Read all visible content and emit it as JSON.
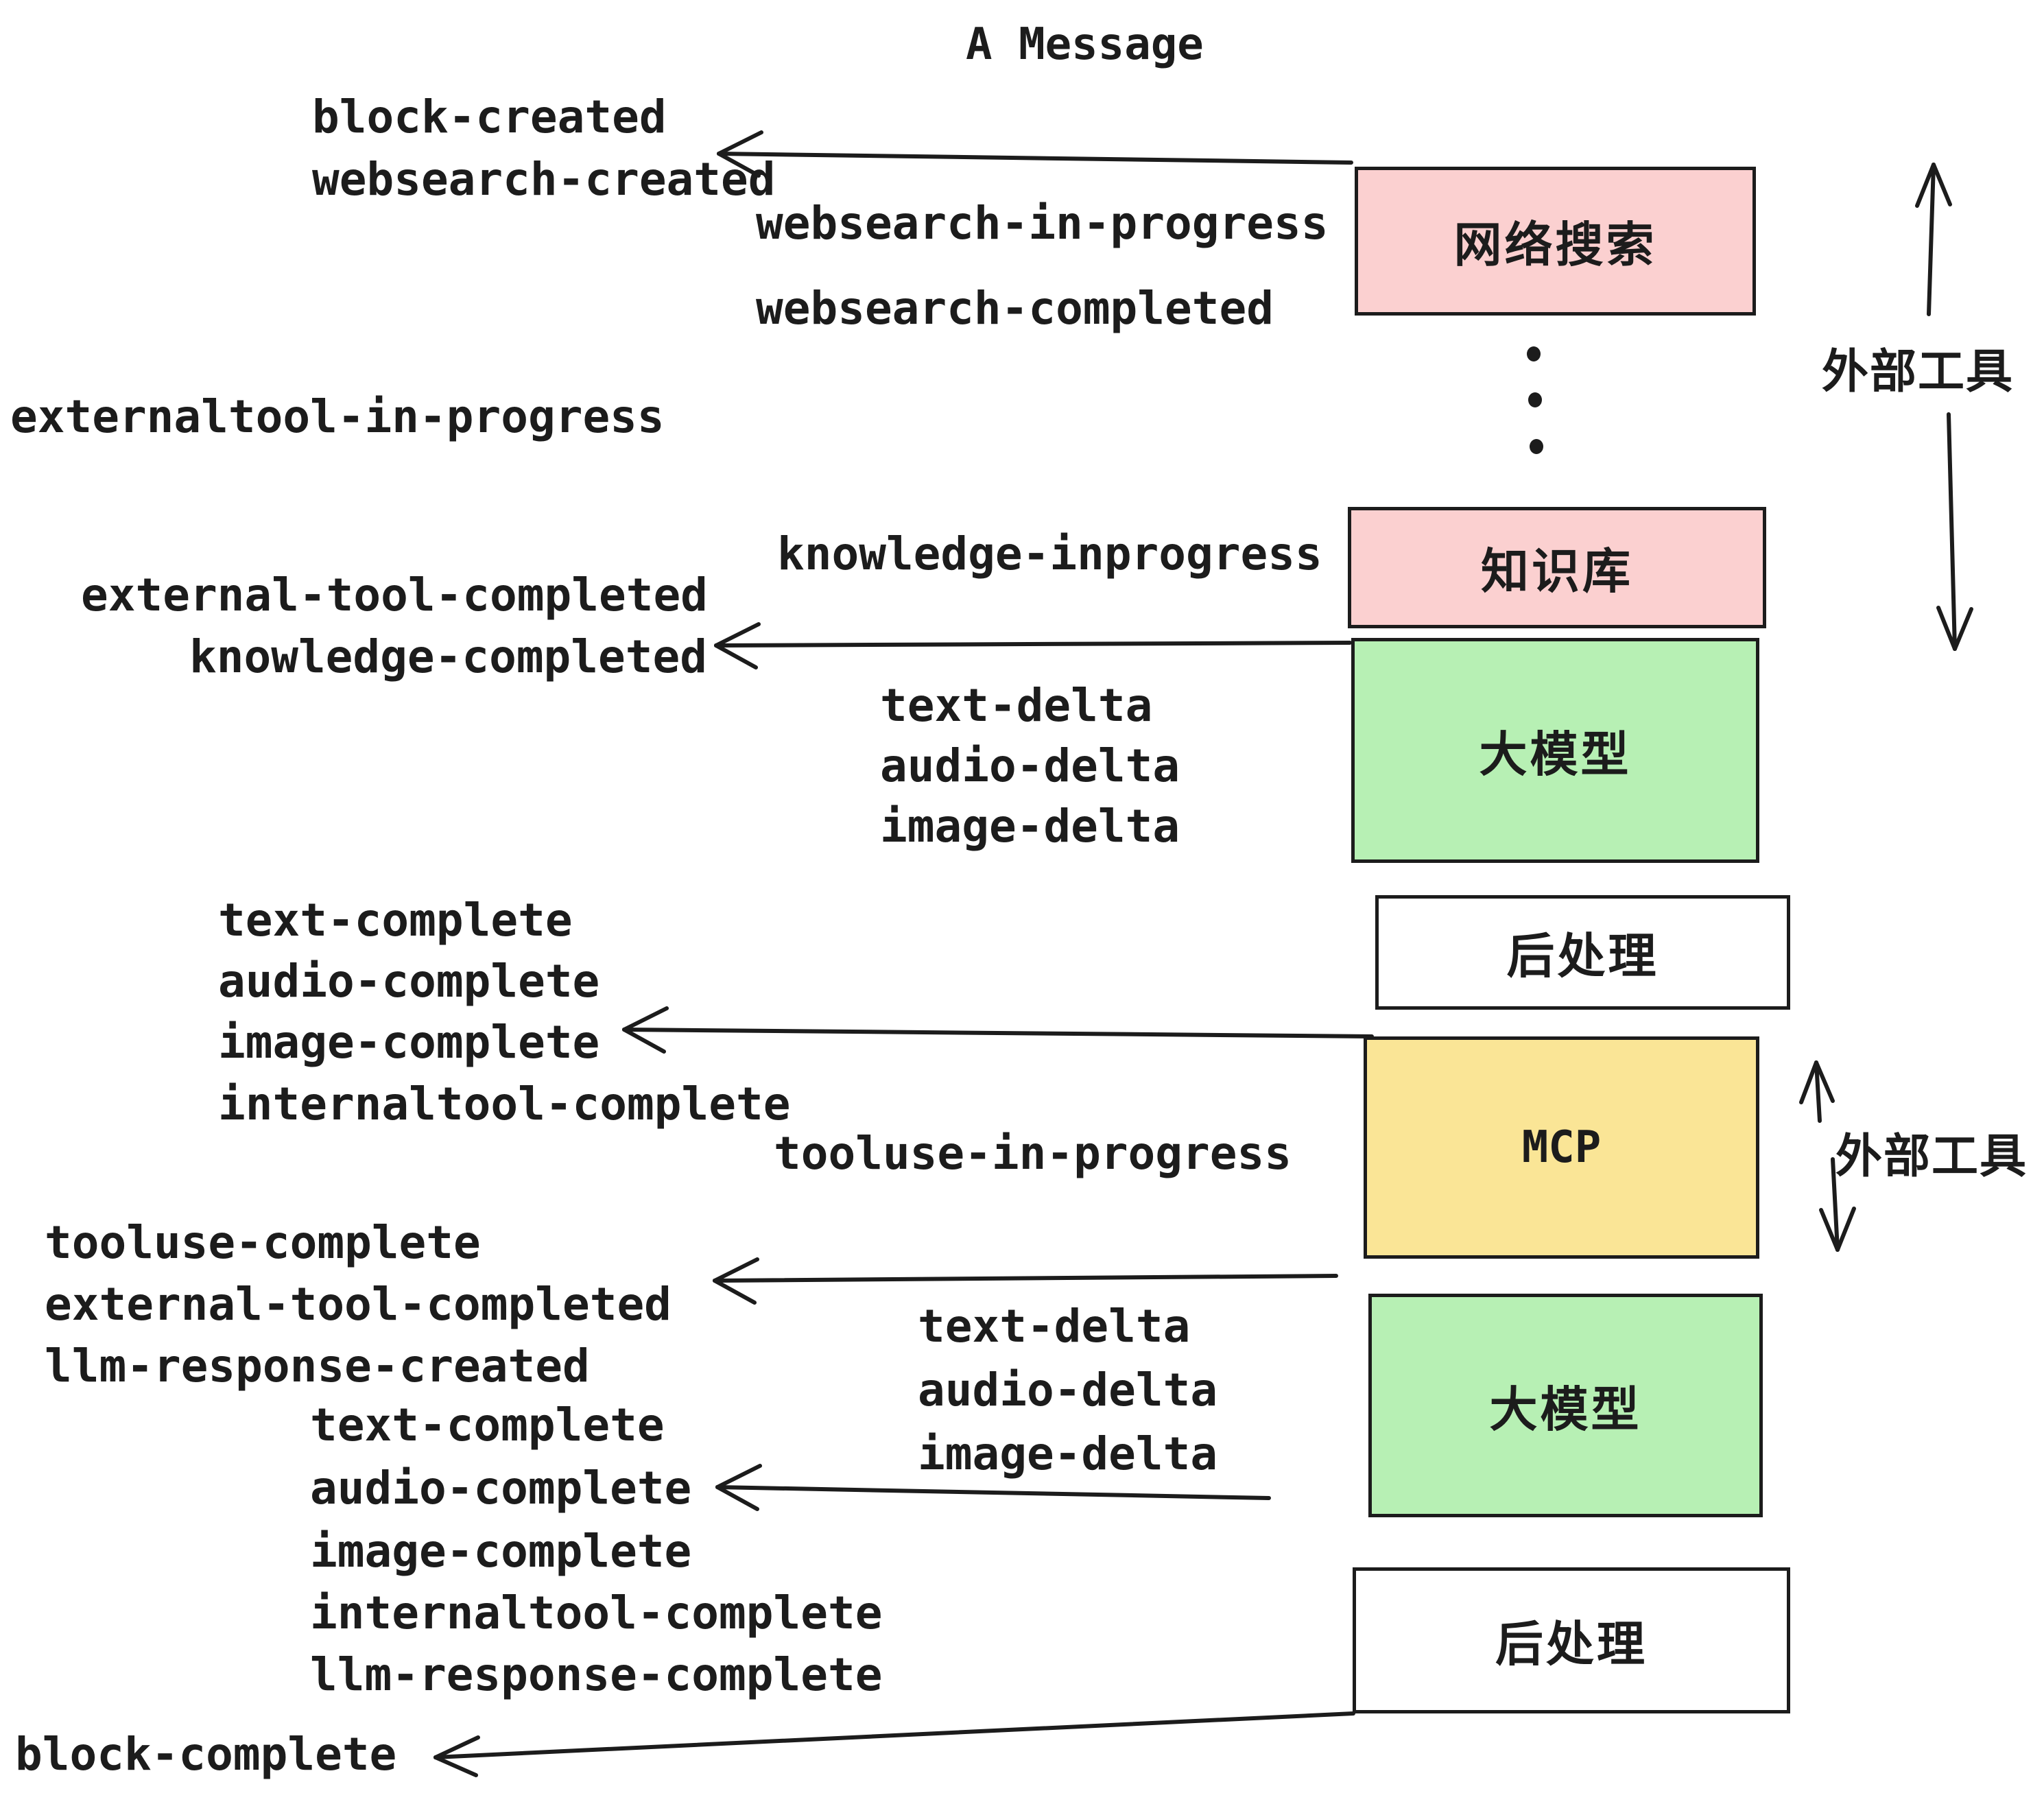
{
  "title": "A Message",
  "colors": {
    "ink": "#1c1c1c",
    "pink": "#fbd0d0",
    "green": "#b7f0b4",
    "yellow": "#fae596",
    "white": "#ffffff",
    "background": "#ffffff"
  },
  "boxes": [
    {
      "label": "网络搜索",
      "color": "pink"
    },
    {
      "label": "知识库",
      "color": "pink"
    },
    {
      "label": "大模型",
      "color": "green"
    },
    {
      "label": "后处理",
      "color": "white"
    },
    {
      "label": "MCP",
      "color": "yellow"
    },
    {
      "label": "大模型",
      "color": "green"
    },
    {
      "label": "后处理",
      "color": "white"
    }
  ],
  "events": {
    "block_created": "block-created",
    "websearch_created": "websearch-created",
    "websearch_in_progress": "websearch-in-progress",
    "websearch_completed": "websearch-completed",
    "externaltool_in_progress": "externaltool-in-progress",
    "knowledge_inprogress": "knowledge-inprogress",
    "external_tool_completed": "external-tool-completed",
    "knowledge_completed": "knowledge-completed",
    "text_delta": "text-delta",
    "audio_delta": "audio-delta",
    "image_delta": "image-delta",
    "text_complete": "text-complete",
    "audio_complete": "audio-complete",
    "image_complete": "image-complete",
    "internaltool_complete": "internaltool-complete",
    "tooluse_in_progress": "tooluse-in-progress",
    "tooluse_complete": "tooluse-complete",
    "llm_response_created": "llm-response-created",
    "llm_response_complete": "llm-response-complete",
    "block_complete": "block-complete"
  },
  "side_labels": {
    "external_tools": "外部工具"
  }
}
